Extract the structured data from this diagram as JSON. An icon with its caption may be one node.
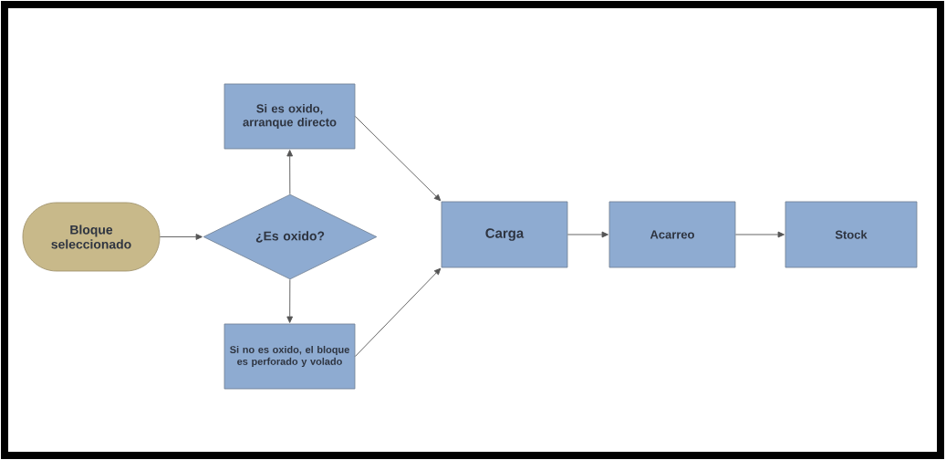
{
  "diagram": {
    "nodes": [
      {
        "text": [
          "Bloque seleccionado"
        ]
      },
      {
        "text": [
          "¿Es oxido?"
        ]
      },
      {
        "text": [
          "Si es oxido, arranque directo"
        ]
      },
      {
        "text": [
          "Si no es oxido, el bloque es perforado y volado"
        ]
      },
      {
        "text": [
          "Carga"
        ]
      },
      {
        "text": [
          "Acarreo"
        ]
      },
      {
        "text": [
          "Stock"
        ]
      }
    ],
    "edges": [
      {
        "from": 0,
        "to": 1,
        "arrow": "to"
      },
      {
        "from": 1,
        "to": 2,
        "arrow": "to"
      },
      {
        "from": 1,
        "to": 3,
        "arrow": "to"
      },
      {
        "from": 2,
        "to": 4,
        "arrow": "to"
      },
      {
        "from": 3,
        "to": 4,
        "arrow": "to"
      },
      {
        "from": 4,
        "to": 5,
        "arrow": "to"
      },
      {
        "from": 5,
        "to": 6,
        "arrow": "to"
      }
    ]
  }
}
